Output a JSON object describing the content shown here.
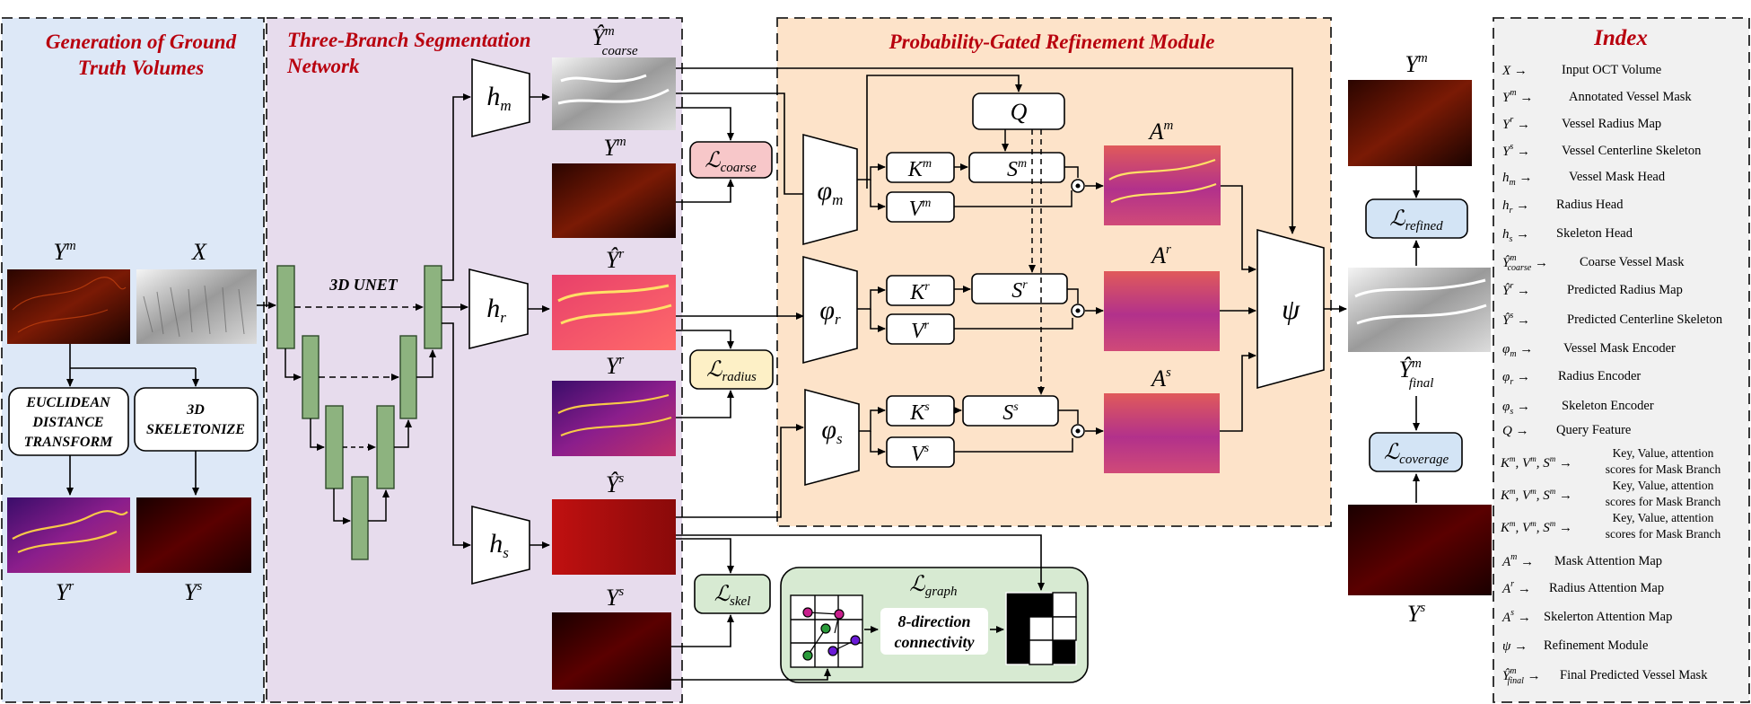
{
  "colors": {
    "gt_panel": "#dde8f7",
    "seg_panel": "#e7dced",
    "refine_panel": "#fde3c9",
    "index_panel": "#f1f1f1",
    "title_red": "#b8000e",
    "unet_block": "#8db37f",
    "loss_coarse": "#f7c7c9",
    "loss_radius": "#fdf0c6",
    "loss_green": "#d7ead2",
    "loss_blue": "#d3e4f5"
  },
  "panels": {
    "gt_title_1": "Generation of Ground",
    "gt_title_2": "Truth Volumes",
    "seg_title_1": "Three-Branch Segmentation",
    "seg_title_2": "Network",
    "refine_title": "Probability-Gated Refinement Module",
    "index_title": "Index"
  },
  "labels": {
    "Ym": "Ym",
    "X": "X",
    "Yr": "Yr",
    "Ys": "Ys",
    "unet": "3D UNET",
    "edt_1": "EUCLIDEAN",
    "edt_2": "DISTANCE",
    "edt_3": "TRANSFORM",
    "skel_1": "3D",
    "skel_2": "SKELETONIZE",
    "hm": "hm",
    "hr": "hr",
    "hs": "hs",
    "phim": "φm",
    "phir": "φr",
    "phis": "φs",
    "psi": "ψ",
    "Q": "Q",
    "Km": "Km",
    "Vm": "Vm",
    "Sm": "Sm",
    "Kr": "Kr",
    "Vr": "Vr",
    "Sr": "Sr",
    "Ks": "Ks",
    "Vs": "Vs",
    "Ss": "Ss",
    "Am": "Am",
    "Ar": "Ar",
    "As": "As",
    "Yhat_coarse": "Ŷ coarse",
    "Yhat_r": "Ŷr",
    "Yhat_s": "Ŷs",
    "Yhat_final": "Ŷ final",
    "L_coarse": "L coarse",
    "L_radius": "L radius",
    "L_skel": "L skel",
    "L_graph": "L graph",
    "L_refined": "L refined",
    "L_coverage": "L coverage",
    "conn_1": "8-direction",
    "conn_2": "connectivity"
  },
  "index": [
    {
      "sym": "X",
      "desc": "Input OCT Volume"
    },
    {
      "sym": "Ym",
      "desc": "Annotated Vessel Mask"
    },
    {
      "sym": "Yr",
      "desc": "Vessel Radius Map"
    },
    {
      "sym": "Ys",
      "desc": "Vessel Centerline Skeleton"
    },
    {
      "sym": "hm",
      "desc": "Vessel Mask Head"
    },
    {
      "sym": "hr",
      "desc": "Radius Head"
    },
    {
      "sym": "hs",
      "desc": "Skeleton Head"
    },
    {
      "sym": "Ŷm coarse",
      "desc": "Coarse Vessel Mask"
    },
    {
      "sym": "Ŷr",
      "desc": "Predicted Radius Map"
    },
    {
      "sym": "Ŷs",
      "desc": "Predicted Centerline Skeleton"
    },
    {
      "sym": "φm",
      "desc": "Vessel Mask Encoder"
    },
    {
      "sym": "φr",
      "desc": "Radius Encoder"
    },
    {
      "sym": "φs",
      "desc": "Skeleton Encoder"
    },
    {
      "sym": "Q",
      "desc": "Query Feature"
    },
    {
      "sym": "Km, Vm, Sm",
      "desc1": "Key, Value, attention",
      "desc2": "scores for Mask Branch"
    },
    {
      "sym": "Km, Vm, Sm",
      "desc1": "Key, Value, attention",
      "desc2": "scores for Mask Branch"
    },
    {
      "sym": "Km, Vm, Sm",
      "desc1": "Key, Value, attention",
      "desc2": "scores for Mask Branch"
    },
    {
      "sym": "Am",
      "desc": "Mask Attention Map"
    },
    {
      "sym": "Ar",
      "desc": "Radius Attention Map"
    },
    {
      "sym": "As",
      "desc": "Skelerton Attention Map"
    },
    {
      "sym": "ψ",
      "desc": "Refinement Module"
    },
    {
      "sym": "Ŷm final",
      "desc": "Final Predicted Vessel Mask"
    }
  ]
}
